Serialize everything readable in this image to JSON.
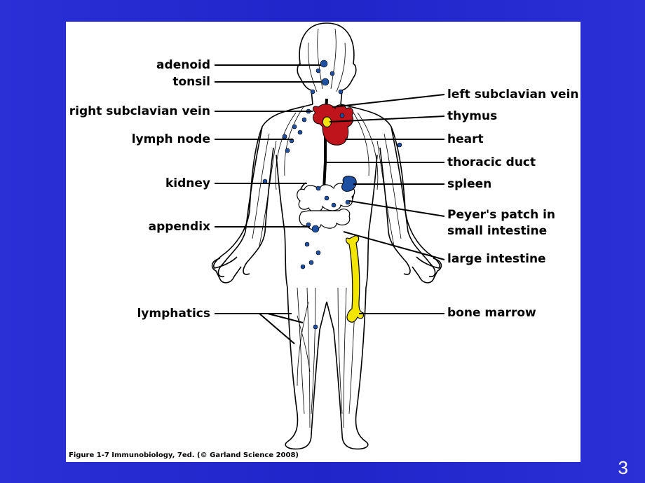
{
  "labels_left": {
    "adenoid": "adenoid",
    "tonsil": "tonsil",
    "right_subclavian_vein": "right subclavian vein",
    "lymph_node": "lymph node",
    "kidney": "kidney",
    "appendix": "appendix",
    "lymphatics": "lymphatics"
  },
  "labels_right": {
    "left_subclavian_vein": "left subclavian vein",
    "thymus": "thymus",
    "heart": "heart",
    "thoracic_duct": "thoracic duct",
    "spleen": "spleen",
    "peyers_patch_line1": "Peyer's patch in",
    "peyers_patch_line2": "small intestine",
    "large_intestine": "large intestine",
    "bone_marrow": "bone marrow"
  },
  "caption": "Figure 1-7  Immunobiology, 7ed. (© Garland Science 2008)",
  "slide_number": "3",
  "colors": {
    "background": "#2326cc",
    "heart": "#c0141c",
    "thymus": "#f2e600",
    "lymph_node": "#1f4fa0",
    "bone_marrow": "#f2e600"
  }
}
